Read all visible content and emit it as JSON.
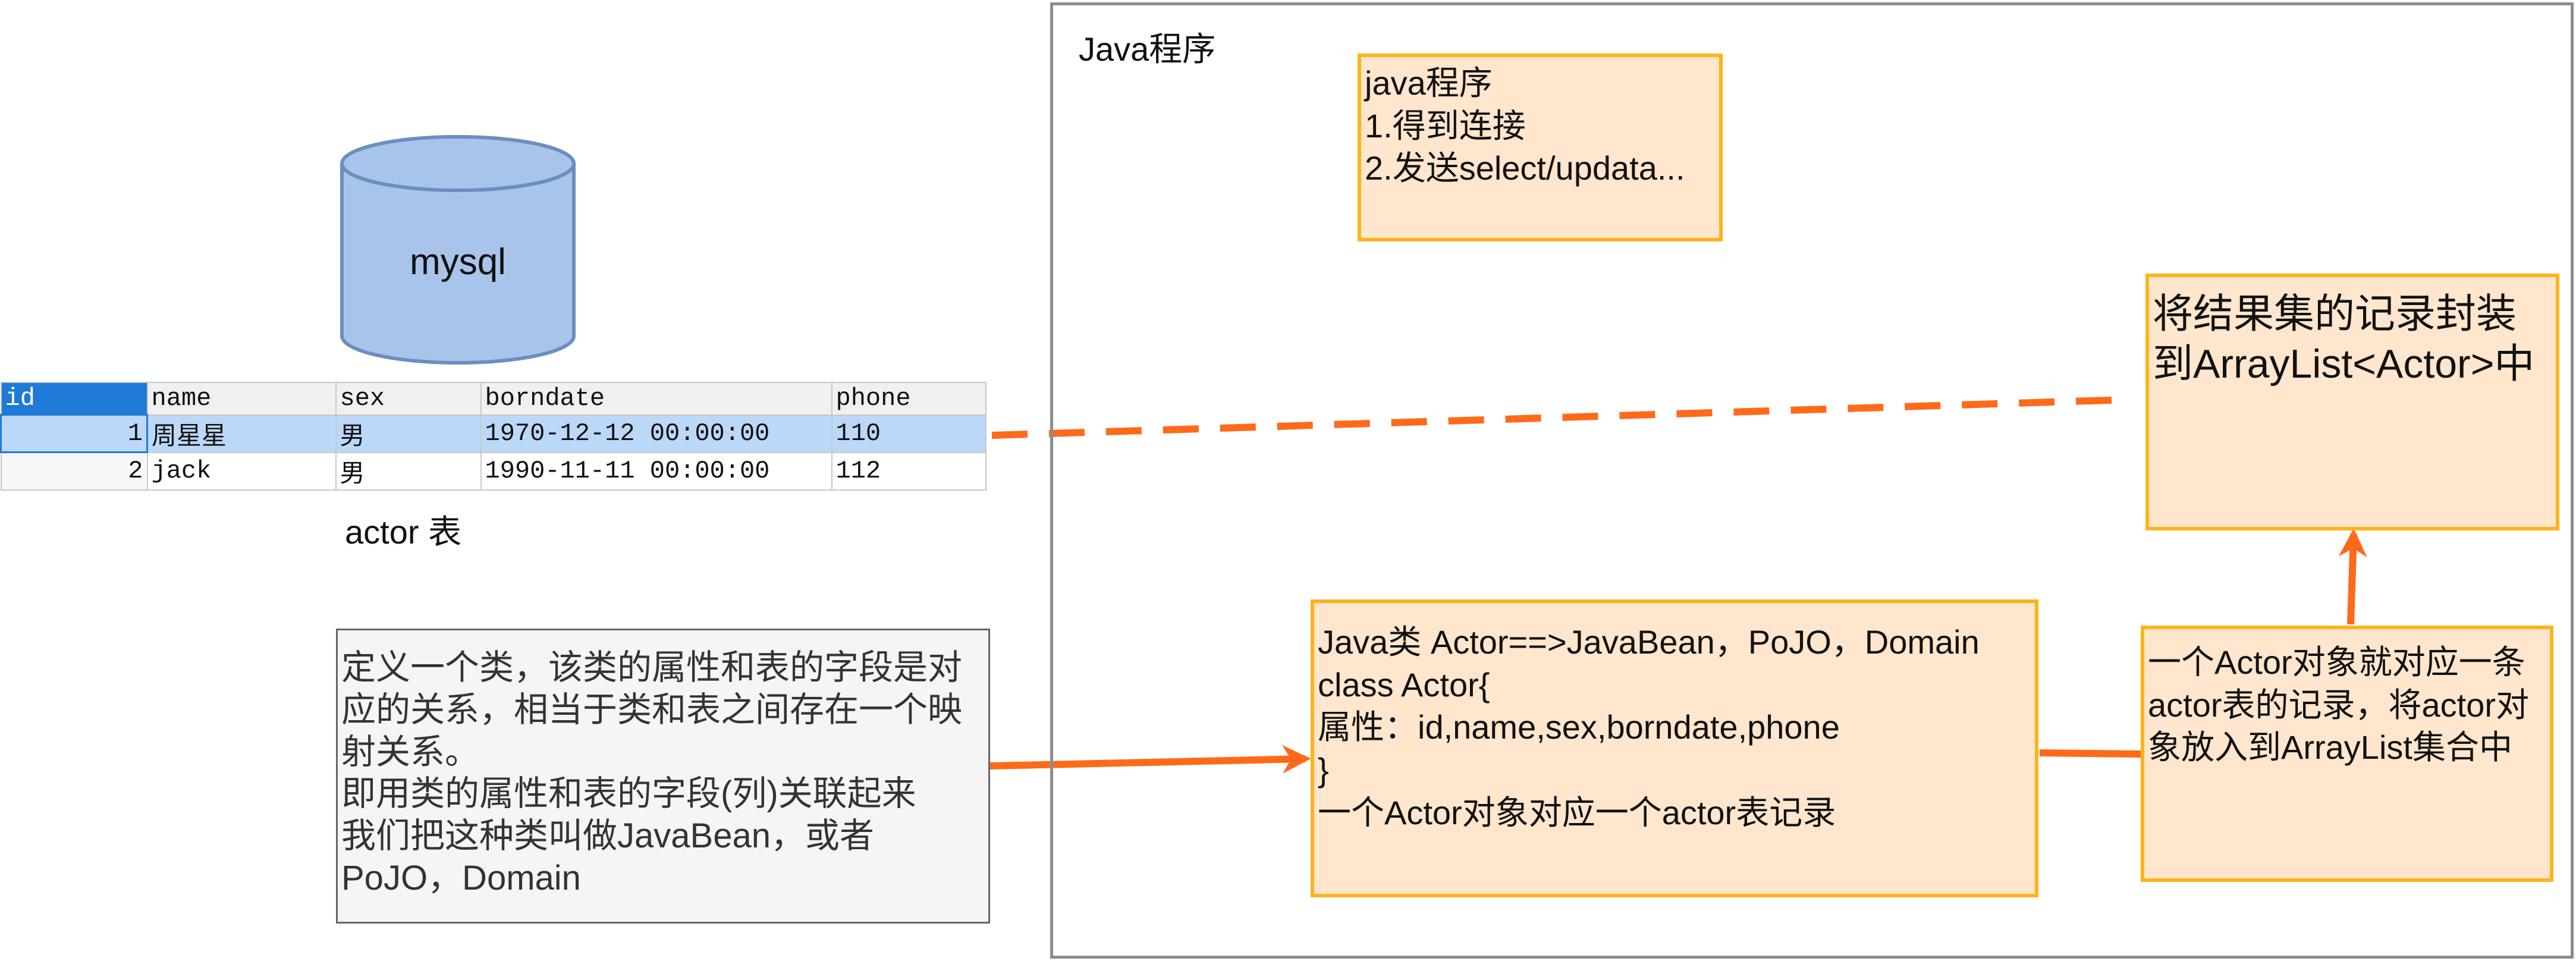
{
  "container": {
    "title": "Java程序"
  },
  "database": {
    "label": "mysql"
  },
  "table": {
    "caption": "actor 表",
    "columns": [
      "id",
      "name",
      "sex",
      "borndate",
      "phone"
    ],
    "rows": [
      [
        "1",
        "周星星",
        "男",
        "1970-12-12 00:00:00",
        "110"
      ],
      [
        "2",
        "jack",
        "男",
        "1990-11-11 00:00:00",
        "112"
      ]
    ]
  },
  "boxes": {
    "program": "java程序\n1.得到连接\n2.发送select/updata...",
    "arraylist": "将结果集的记录封装到ArrayList<Actor>中",
    "actor_class": "Java类 Actor==>JavaBean，PoJO，Domain\nclass Actor{\n属性：id,name,sex,borndate,phone\n}\n一个Actor对象对应一个actor表记录",
    "actor_object": "一个Actor对象就对应一条actor表的记录，将actor对象放入到ArrayList集合中",
    "define_class": "定义一个类，该类的属性和表的字段是对应的关系，相当于类和表之间存在一个映射关系。\n即用类的属性和表的字段(列)关联起来\n我们把这种类叫做JavaBean，或者PoJO，Domain"
  },
  "colors": {
    "arrow": "#ff6a1a",
    "box_fill": "#ffe6cc",
    "box_border": "#ffb31a",
    "db_fill": "#a9c4eb",
    "db_border": "#6c8ebf"
  }
}
